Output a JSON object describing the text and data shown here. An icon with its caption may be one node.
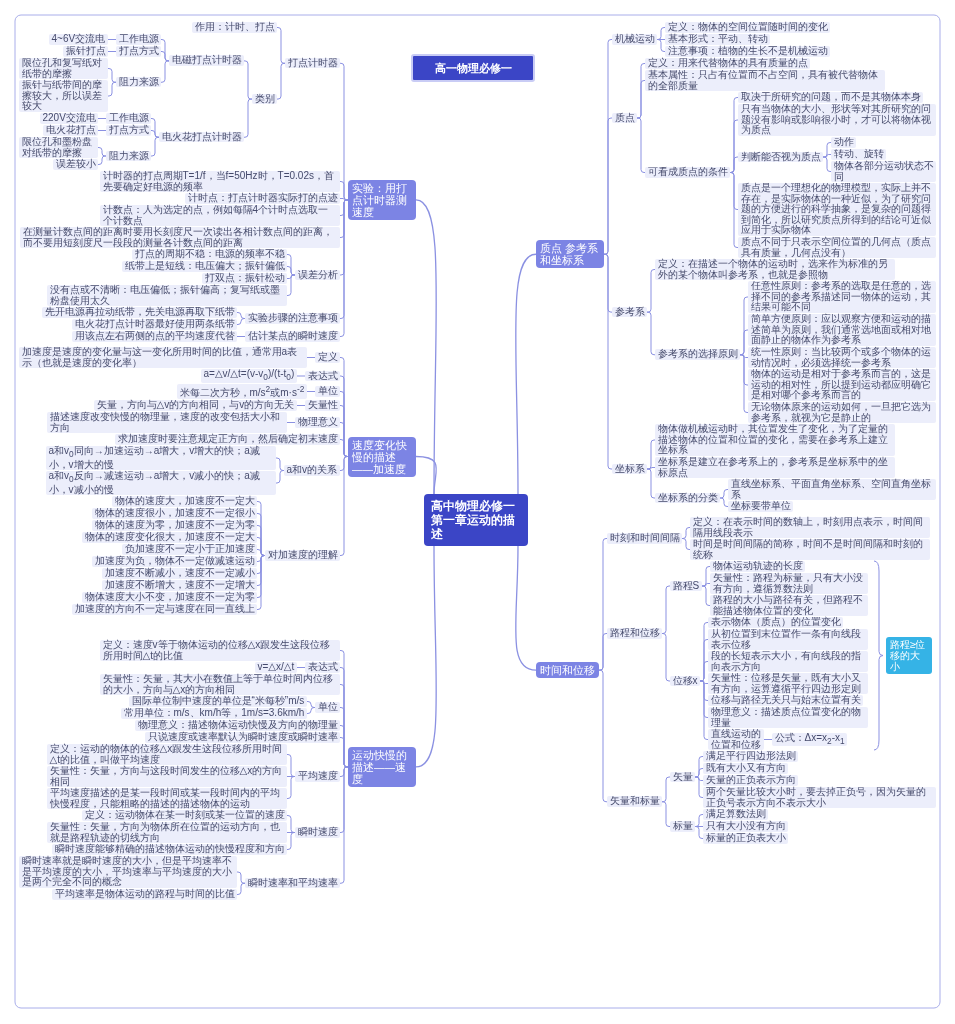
{
  "diagram": {
    "title": "高一物理必修一",
    "nodes": [
      {
        "text": [
          "高中物理必修一第一章运动的描述"
        ]
      },
      {
        "text": [
          "质点 参考系和坐标系"
        ]
      },
      {
        "text": [
          "机械运动"
        ]
      },
      {
        "text": [
          "定义：物体的空间位置随时间的变化"
        ]
      },
      {
        "text": [
          "基本形式：平动、转动"
        ]
      },
      {
        "text": [
          "注意事项：植物的生长不是机械运动"
        ]
      },
      {
        "text": [
          "质点"
        ]
      },
      {
        "text": [
          "定义：用来代替物体的具有质量的点"
        ]
      },
      {
        "text": [
          "基本属性：只占有位置而不占空间，具有被代替物体的全部质量"
        ]
      },
      {
        "text": [
          "可看成质点的条件"
        ]
      },
      {
        "text": [
          "取决于所研究的问题，而不是其物体本身"
        ]
      },
      {
        "text": [
          "只有当物体的大小、形状等对其所研究的问题没有影响或影响很小时，才可以将物体视为质点"
        ]
      },
      {
        "text": [
          "判断能否视为质点"
        ]
      },
      {
        "text": [
          "动作"
        ]
      },
      {
        "text": [
          "转动、旋转"
        ]
      },
      {
        "text": [
          "物体各部分运动状态不同"
        ]
      },
      {
        "text": [
          "质点是一个理想化的物理模型，实际上并不存在，是实际物体的一种近似，为了研究问题的方便进行的科学抽象，是复杂的问题得到简化，所以研究质点所得到的结论可近似应用于实际物体"
        ]
      },
      {
        "text": [
          "质点不同于只表示空间位置的几何点（质点具有质量，几何点没有）"
        ]
      },
      {
        "text": [
          "参考系"
        ]
      },
      {
        "text": [
          "定义：在描述一个物体的运动时，选来作为标准的另外的某个物体叫参考系，也就是参照物"
        ]
      },
      {
        "text": [
          "参考系的选择原则"
        ]
      },
      {
        "text": [
          "任意性原则：参考系的选取是任意的，选择不同的参考系描述同一物体的运动，其结果可能不同"
        ]
      },
      {
        "text": [
          "简单方便原则：应以观察方便和运动的描述简单为原则，我们通常选地面或相对地面静止的物体作为参考系"
        ]
      },
      {
        "text": [
          "统一性原则：当比较两个或多个物体的运动情况时，必须选择统一参考系"
        ]
      },
      {
        "text": [
          "物体的运动是相对于参考系而言的，这是运动的相对性，所以提到运动都应明确它是相对哪个参考系而言的"
        ]
      },
      {
        "text": [
          "无论物体原来的运动如何，一旦把它选为参考系，就视为它是静止的"
        ]
      },
      {
        "text": [
          "坐标系"
        ]
      },
      {
        "text": [
          "物体做机械运动时，其位置发生了变化，为了定量的描述物体的位置和位置的变化，需要在参考系上建立坐标系"
        ]
      },
      {
        "text": [
          "坐标系是建立在参考系上的，参考系是坐标系中的坐标原点"
        ]
      },
      {
        "text": [
          "坐标系的分类"
        ]
      },
      {
        "text": [
          "直线坐标系、平面直角坐标系、空间直角坐标系"
        ]
      },
      {
        "text": [
          "坐标要带单位"
        ]
      },
      {
        "text": [
          "时间和位移"
        ]
      },
      {
        "text": [
          "时刻和时间间隔"
        ]
      },
      {
        "text": [
          "定义：在表示时间的数轴上，时刻用点表示，时间间隔用线段表示"
        ]
      },
      {
        "text": [
          "时间是时间间隔的简称，时间不是时间间隔和时刻的统称"
        ]
      },
      {
        "text": [
          "路程和位移"
        ]
      },
      {
        "text": [
          "路程S"
        ]
      },
      {
        "text": [
          "物体运动轨迹的长度"
        ]
      },
      {
        "text": [
          "矢量性：路程为标量，只有大小没有方向，遵循算数法则"
        ]
      },
      {
        "text": [
          "路程的大小与路径有关，但路程不能描述物体位置的变化"
        ]
      },
      {
        "text": [
          "位移x"
        ]
      },
      {
        "text": [
          "表示物体（质点）的位置变化"
        ]
      },
      {
        "text": [
          "从初位置到末位置作一条有向线段表示位移"
        ]
      },
      {
        "text": [
          "段的长短表示大小，有向线段的指向表示方向"
        ]
      },
      {
        "text": [
          "矢量性：位移是矢量，既有大小又有方向，运算遵循平行四边形定则"
        ]
      },
      {
        "text": [
          "位移与路径无关只与始末位置有关"
        ]
      },
      {
        "text": [
          "物理意义：描述质点位置变化的物理量"
        ]
      },
      {
        "text": [
          "直线运动的位置和位移"
        ]
      },
      {
        "text": [
          "公式：Δx=x$_{2}$-x$_{1}$"
        ]
      },
      {
        "text": [
          "路程≥位移的大小"
        ]
      },
      {
        "text": [
          "矢量和标量"
        ]
      },
      {
        "text": [
          "矢量"
        ]
      },
      {
        "text": [
          "满足平行四边形法则"
        ]
      },
      {
        "text": [
          "既有大小又有方向"
        ]
      },
      {
        "text": [
          "矢量的正负表示方向"
        ]
      },
      {
        "text": [
          "两个矢量比较大小时，要去掉正负号，因为矢量的正负号表示方向不表示大小"
        ]
      },
      {
        "text": [
          "标量"
        ]
      },
      {
        "text": [
          "满足算数法则"
        ]
      },
      {
        "text": [
          "只有大小没有方向"
        ]
      },
      {
        "text": [
          "标量的正负表大小"
        ]
      },
      {
        "text": [
          "运动快慢的描述——速度"
        ]
      },
      {
        "text": [
          "定义：速度v等于物体运动的位移△x跟发生这段位移所用时间△t的比值"
        ]
      },
      {
        "text": [
          "表达式"
        ]
      },
      {
        "text": [
          "v=△x/△t"
        ]
      },
      {
        "text": [
          "矢量性：矢量，其大小在数值上等于单位时间内位移的大小，方向与△x的方向相同"
        ]
      },
      {
        "text": [
          "单位"
        ]
      },
      {
        "text": [
          "国际单位制中速度的单位是“米每秒”m/s"
        ]
      },
      {
        "text": [
          "常用单位：m/s、km/h等，1m/s=3.6km/h"
        ]
      },
      {
        "text": [
          "物理意义：描述物体运动快慢及方向的物理量"
        ]
      },
      {
        "text": [
          "只说速度或速率默认为瞬时速度或瞬时速率"
        ]
      },
      {
        "text": [
          "平均速度"
        ]
      },
      {
        "text": [
          "定义：运动的物体的位移△x跟发生这段位移所用时间△t的比值，叫做平均速度"
        ]
      },
      {
        "text": [
          "矢量性：矢量，方向与这段时间发生的位移△x的方向相同"
        ]
      },
      {
        "text": [
          "平均速度描述的是某一段时间或某一段时间内的平均快慢程度，只能粗略的描述的描述物体的运动"
        ]
      },
      {
        "text": [
          "瞬时速度"
        ]
      },
      {
        "text": [
          "定义：运动物体在某一时刻或某一位置的速度"
        ]
      },
      {
        "text": [
          "矢量性：矢量，方向为物体所在位置的运动方向，也就是路程轨迹的切线方向"
        ]
      },
      {
        "text": [
          "瞬时速度能够精确的描述物体运动的快慢程度和方向"
        ]
      },
      {
        "text": [
          "瞬时速率和平均速率"
        ]
      },
      {
        "text": [
          "瞬时速率就是瞬时速度的大小，但是平均速率不是平均速度的大小，平均速率与平均速度的大小是两个完全不同的概念"
        ]
      },
      {
        "text": [
          "平均速率是物体运动的路程与时间的比值"
        ]
      },
      {
        "text": [
          "实验：用打点计时器测速度"
        ]
      },
      {
        "text": [
          "打点计时器"
        ]
      },
      {
        "text": [
          "作用：计时、打点"
        ]
      },
      {
        "text": [
          "类别"
        ]
      },
      {
        "text": [
          "电磁打点计时器"
        ]
      },
      {
        "text": [
          "工作电源"
        ]
      },
      {
        "text": [
          "4~6V交流电"
        ]
      },
      {
        "text": [
          "打点方式"
        ]
      },
      {
        "text": [
          "振针打点"
        ]
      },
      {
        "text": [
          "阻力来源"
        ]
      },
      {
        "text": [
          "限位孔和复写纸对纸带的摩擦"
        ]
      },
      {
        "text": [
          "振针与纸带间的摩擦较大，所以误差较大"
        ]
      },
      {
        "text": [
          "电火花打点计时器"
        ]
      },
      {
        "text": [
          "工作电源"
        ]
      },
      {
        "text": [
          "220V交流电"
        ]
      },
      {
        "text": [
          "打点方式"
        ]
      },
      {
        "text": [
          "电火花打点"
        ]
      },
      {
        "text": [
          "阻力来源"
        ]
      },
      {
        "text": [
          "限位孔和墨粉盘对纸带的摩擦"
        ]
      },
      {
        "text": [
          "误差较小"
        ]
      },
      {
        "text": [
          "计时器的打点周期T=1/f，当f=50Hz时，T=0.02s，首先要确定好电源的频率"
        ]
      },
      {
        "text": [
          "计时点：打点计时器实际打的点迹"
        ]
      },
      {
        "text": [
          "计数点：人为选定的点，例如每隔4个计时点选取一个计数点"
        ]
      },
      {
        "text": [
          "在测量计数点间的距离时要用长刻度尺一次读出各相计数点间的距离，而不要用短刻度尺一段段的测量各计数点间的距离"
        ]
      },
      {
        "text": [
          "误差分析"
        ]
      },
      {
        "text": [
          "打点的周期不稳：电源的频率不稳"
        ]
      },
      {
        "text": [
          "纸带上是短线：电压偏大；振针偏低"
        ]
      },
      {
        "text": [
          "打双点：振针松动"
        ]
      },
      {
        "text": [
          "没有点或不清晰：电压偏低；振针偏高；复写纸或墨粉盘使用太久"
        ]
      },
      {
        "text": [
          "实验步骤的注意事项"
        ]
      },
      {
        "text": [
          "先开电源再拉动纸带，先关电源再取下纸带"
        ]
      },
      {
        "text": [
          "电火花打点计时器最好使用两条纸带"
        ]
      },
      {
        "text": [
          "估计某点的瞬时速度"
        ]
      },
      {
        "text": [
          "用该点左右两侧的点的平均速度代替"
        ]
      },
      {
        "text": [
          "速度变化快慢的描述——加速度"
        ]
      },
      {
        "text": [
          "定义"
        ]
      },
      {
        "text": [
          "加速度是速度的变化量与这一变化所用时间的比值，通常用a表示（也就是速度的变化率）"
        ]
      },
      {
        "text": [
          "表达式"
        ]
      },
      {
        "text": [
          "a=△v/△t=(v-v$_{0}$)/(t-t$_{0}$)"
        ]
      },
      {
        "text": [
          "单位"
        ]
      },
      {
        "text": [
          "米每二次方秒，m/s$^{2}$或m·s$^{-2}$"
        ]
      },
      {
        "text": [
          "矢量性"
        ]
      },
      {
        "text": [
          "矢量，方向与△v的方向相同，与v的方向无关"
        ]
      },
      {
        "text": [
          "物理意义"
        ]
      },
      {
        "text": [
          "描述速度改变快慢的物理量，速度的改变包括大小和方向"
        ]
      },
      {
        "text": [
          "求加速度时要注意规定正方向，然后确定初末速度"
        ]
      },
      {
        "text": [
          "a和v的关系"
        ]
      },
      {
        "text": [
          "a和v$_{0}$同向→加速运动→a增大，v增大的快；a减小，v增大的慢"
        ]
      },
      {
        "text": [
          "a和v$_{0}$反向→减速运动→a增大，v减小的快；a减小，v减小的慢"
        ]
      },
      {
        "text": [
          "对加速度的理解"
        ]
      },
      {
        "text": [
          "物体的速度大，加速度不一定大"
        ]
      },
      {
        "text": [
          "物体的速度很小，加速度不一定很小"
        ]
      },
      {
        "text": [
          "物体的速度为零，加速度不一定为零"
        ]
      },
      {
        "text": [
          "物体的速度变化很大，加速度不一定大"
        ]
      },
      {
        "text": [
          "负加速度不一定小于正加速度"
        ]
      },
      {
        "text": [
          "加速度为负，物体不一定做减速运动"
        ]
      },
      {
        "text": [
          "加速度不断减小，速度不一定减小"
        ]
      },
      {
        "text": [
          "加速度不断增大，速度不一定增大"
        ]
      },
      {
        "text": [
          "物体速度大小不变，加速度不一定为零"
        ]
      },
      {
        "text": [
          "加速度的方向不一定与速度在同一直线上"
        ]
      }
    ],
    "edges": [
      {
        "from": 0,
        "to": 1,
        "arrow": "none"
      },
      {
        "from": 0,
        "to": 32,
        "arrow": "none"
      },
      {
        "from": 0,
        "to": 61,
        "arrow": "none"
      },
      {
        "from": 0,
        "to": 82,
        "arrow": "none"
      },
      {
        "from": 0,
        "to": 116,
        "arrow": "none"
      },
      {
        "from": 1,
        "to": 2,
        "arrow": "none"
      },
      {
        "from": 1,
        "to": 6,
        "arrow": "none"
      },
      {
        "from": 1,
        "to": 18,
        "arrow": "none"
      },
      {
        "from": 1,
        "to": 26,
        "arrow": "none"
      },
      {
        "from": 2,
        "to": 3,
        "arrow": "none"
      },
      {
        "from": 2,
        "to": 4,
        "arrow": "none"
      },
      {
        "from": 2,
        "to": 5,
        "arrow": "none"
      },
      {
        "from": 6,
        "to": 7,
        "arrow": "none"
      },
      {
        "from": 6,
        "to": 8,
        "arrow": "none"
      },
      {
        "from": 6,
        "to": 9,
        "arrow": "none"
      },
      {
        "from": 9,
        "to": 10,
        "arrow": "none"
      },
      {
        "from": 9,
        "to": 11,
        "arrow": "none"
      },
      {
        "from": 9,
        "to": 12,
        "arrow": "none"
      },
      {
        "from": 9,
        "to": 16,
        "arrow": "none"
      },
      {
        "from": 9,
        "to": 17,
        "arrow": "none"
      },
      {
        "from": 12,
        "to": 13,
        "arrow": "none"
      },
      {
        "from": 12,
        "to": 14,
        "arrow": "none"
      },
      {
        "from": 12,
        "to": 15,
        "arrow": "none"
      },
      {
        "from": 18,
        "to": 19,
        "arrow": "none"
      },
      {
        "from": 18,
        "to": 20,
        "arrow": "none"
      },
      {
        "from": 20,
        "to": 21,
        "arrow": "none"
      },
      {
        "from": 20,
        "to": 22,
        "arrow": "none"
      },
      {
        "from": 20,
        "to": 23,
        "arrow": "none"
      },
      {
        "from": 20,
        "to": 24,
        "arrow": "none"
      },
      {
        "from": 20,
        "to": 25,
        "arrow": "none"
      },
      {
        "from": 26,
        "to": 27,
        "arrow": "none"
      },
      {
        "from": 26,
        "to": 28,
        "arrow": "none"
      },
      {
        "from": 26,
        "to": 29,
        "arrow": "none"
      },
      {
        "from": 29,
        "to": 30,
        "arrow": "none"
      },
      {
        "from": 29,
        "to": 31,
        "arrow": "none"
      },
      {
        "from": 32,
        "to": 33,
        "arrow": "none"
      },
      {
        "from": 32,
        "to": 36,
        "arrow": "none"
      },
      {
        "from": 32,
        "to": 51,
        "arrow": "none"
      },
      {
        "from": 33,
        "to": 34,
        "arrow": "none"
      },
      {
        "from": 33,
        "to": 35,
        "arrow": "none"
      },
      {
        "from": 36,
        "to": 37,
        "arrow": "none"
      },
      {
        "from": 36,
        "to": 41,
        "arrow": "none"
      },
      {
        "from": 37,
        "to": 38,
        "arrow": "none"
      },
      {
        "from": 37,
        "to": 39,
        "arrow": "none"
      },
      {
        "from": 37,
        "to": 40,
        "arrow": "none"
      },
      {
        "from": 41,
        "to": 42,
        "arrow": "none"
      },
      {
        "from": 41,
        "to": 43,
        "arrow": "none"
      },
      {
        "from": 41,
        "to": 44,
        "arrow": "none"
      },
      {
        "from": 41,
        "to": 45,
        "arrow": "none"
      },
      {
        "from": 41,
        "to": 46,
        "arrow": "none"
      },
      {
        "from": 41,
        "to": 47,
        "arrow": "none"
      },
      {
        "from": 41,
        "to": 48,
        "arrow": "none"
      },
      {
        "from": 48,
        "to": 49,
        "arrow": "none"
      },
      {
        "from": 51,
        "to": 52,
        "arrow": "none"
      },
      {
        "from": 51,
        "to": 57,
        "arrow": "none"
      },
      {
        "from": 52,
        "to": 53,
        "arrow": "none"
      },
      {
        "from": 52,
        "to": 54,
        "arrow": "none"
      },
      {
        "from": 52,
        "to": 55,
        "arrow": "none"
      },
      {
        "from": 52,
        "to": 56,
        "arrow": "none"
      },
      {
        "from": 57,
        "to": 58,
        "arrow": "none"
      },
      {
        "from": 57,
        "to": 59,
        "arrow": "none"
      },
      {
        "from": 57,
        "to": 60,
        "arrow": "none"
      },
      {
        "from": 61,
        "to": 62,
        "arrow": "none"
      },
      {
        "from": 61,
        "to": 63,
        "arrow": "none"
      },
      {
        "from": 61,
        "to": 65,
        "arrow": "none"
      },
      {
        "from": 61,
        "to": 66,
        "arrow": "none"
      },
      {
        "from": 61,
        "to": 69,
        "arrow": "none"
      },
      {
        "from": 61,
        "to": 70,
        "arrow": "none"
      },
      {
        "from": 61,
        "to": 71,
        "arrow": "none"
      },
      {
        "from": 61,
        "to": 75,
        "arrow": "none"
      },
      {
        "from": 61,
        "to": 79,
        "arrow": "none"
      },
      {
        "from": 63,
        "to": 64,
        "arrow": "none"
      },
      {
        "from": 66,
        "to": 67,
        "arrow": "none"
      },
      {
        "from": 66,
        "to": 68,
        "arrow": "none"
      },
      {
        "from": 71,
        "to": 72,
        "arrow": "none"
      },
      {
        "from": 71,
        "to": 73,
        "arrow": "none"
      },
      {
        "from": 71,
        "to": 74,
        "arrow": "none"
      },
      {
        "from": 75,
        "to": 76,
        "arrow": "none"
      },
      {
        "from": 75,
        "to": 77,
        "arrow": "none"
      },
      {
        "from": 75,
        "to": 78,
        "arrow": "none"
      },
      {
        "from": 79,
        "to": 80,
        "arrow": "none"
      },
      {
        "from": 79,
        "to": 81,
        "arrow": "none"
      },
      {
        "from": 82,
        "to": 83,
        "arrow": "none"
      },
      {
        "from": 82,
        "to": 102,
        "arrow": "none"
      },
      {
        "from": 82,
        "to": 103,
        "arrow": "none"
      },
      {
        "from": 82,
        "to": 104,
        "arrow": "none"
      },
      {
        "from": 82,
        "to": 105,
        "arrow": "none"
      },
      {
        "from": 82,
        "to": 106,
        "arrow": "none"
      },
      {
        "from": 82,
        "to": 111,
        "arrow": "none"
      },
      {
        "from": 82,
        "to": 114,
        "arrow": "none"
      },
      {
        "from": 83,
        "to": 84,
        "arrow": "none"
      },
      {
        "from": 83,
        "to": 85,
        "arrow": "none"
      },
      {
        "from": 85,
        "to": 86,
        "arrow": "none"
      },
      {
        "from": 85,
        "to": 94,
        "arrow": "none"
      },
      {
        "from": 86,
        "to": 87,
        "arrow": "none"
      },
      {
        "from": 86,
        "to": 89,
        "arrow": "none"
      },
      {
        "from": 86,
        "to": 91,
        "arrow": "none"
      },
      {
        "from": 87,
        "to": 88,
        "arrow": "none"
      },
      {
        "from": 89,
        "to": 90,
        "arrow": "none"
      },
      {
        "from": 91,
        "to": 92,
        "arrow": "none"
      },
      {
        "from": 91,
        "to": 93,
        "arrow": "none"
      },
      {
        "from": 94,
        "to": 95,
        "arrow": "none"
      },
      {
        "from": 94,
        "to": 97,
        "arrow": "none"
      },
      {
        "from": 94,
        "to": 99,
        "arrow": "none"
      },
      {
        "from": 95,
        "to": 96,
        "arrow": "none"
      },
      {
        "from": 97,
        "to": 98,
        "arrow": "none"
      },
      {
        "from": 99,
        "to": 100,
        "arrow": "none"
      },
      {
        "from": 99,
        "to": 101,
        "arrow": "none"
      },
      {
        "from": 106,
        "to": 107,
        "arrow": "none"
      },
      {
        "from": 106,
        "to": 108,
        "arrow": "none"
      },
      {
        "from": 106,
        "to": 109,
        "arrow": "none"
      },
      {
        "from": 106,
        "to": 110,
        "arrow": "none"
      },
      {
        "from": 111,
        "to": 112,
        "arrow": "none"
      },
      {
        "from": 111,
        "to": 113,
        "arrow": "none"
      },
      {
        "from": 114,
        "to": 115,
        "arrow": "none"
      },
      {
        "from": 116,
        "to": 117,
        "arrow": "none"
      },
      {
        "from": 116,
        "to": 119,
        "arrow": "none"
      },
      {
        "from": 116,
        "to": 121,
        "arrow": "none"
      },
      {
        "from": 116,
        "to": 123,
        "arrow": "none"
      },
      {
        "from": 116,
        "to": 125,
        "arrow": "none"
      },
      {
        "from": 116,
        "to": 127,
        "arrow": "none"
      },
      {
        "from": 116,
        "to": 128,
        "arrow": "none"
      },
      {
        "from": 116,
        "to": 131,
        "arrow": "none"
      },
      {
        "from": 117,
        "to": 118,
        "arrow": "none"
      },
      {
        "from": 119,
        "to": 120,
        "arrow": "none"
      },
      {
        "from": 121,
        "to": 122,
        "arrow": "none"
      },
      {
        "from": 123,
        "to": 124,
        "arrow": "none"
      },
      {
        "from": 125,
        "to": 126,
        "arrow": "none"
      },
      {
        "from": 128,
        "to": 129,
        "arrow": "none"
      },
      {
        "from": 128,
        "to": 130,
        "arrow": "none"
      },
      {
        "from": 131,
        "to": 132,
        "arrow": "none"
      },
      {
        "from": 131,
        "to": 133,
        "arrow": "none"
      },
      {
        "from": 131,
        "to": 134,
        "arrow": "none"
      },
      {
        "from": 131,
        "to": 135,
        "arrow": "none"
      },
      {
        "from": 131,
        "to": 136,
        "arrow": "none"
      },
      {
        "from": 131,
        "to": 137,
        "arrow": "none"
      },
      {
        "from": 131,
        "to": 138,
        "arrow": "none"
      },
      {
        "from": 131,
        "to": 139,
        "arrow": "none"
      },
      {
        "from": 131,
        "to": 140,
        "arrow": "none"
      },
      {
        "from": 131,
        "to": 141,
        "arrow": "none"
      }
    ]
  }
}
